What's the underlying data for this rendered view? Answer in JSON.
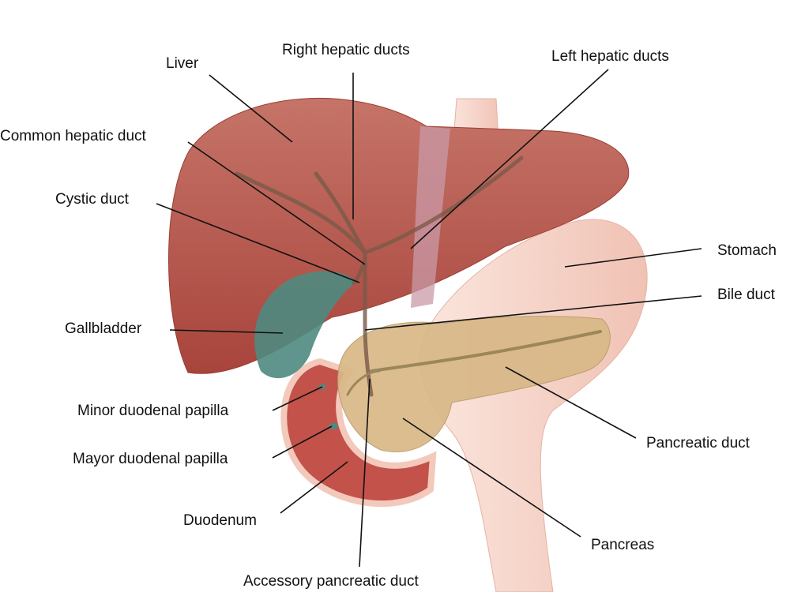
{
  "title": "Liver, gallbladder, pancreas and duodenum anatomy",
  "labels": {
    "liver": "Liver",
    "right_hepatic_ducts": "Right hepatic ducts",
    "left_hepatic_ducts": "Left hepatic ducts",
    "common_hepatic_duct": "Common hepatic duct",
    "cystic_duct": "Cystic duct",
    "gallbladder": "Gallbladder",
    "minor_duodenal_papilla": "Minor duodenal papilla",
    "mayor_duodenal_papilla": "Mayor duodenal papilla",
    "duodenum": "Duodenum",
    "accessory_pancreatic_duct": "Accessory pancreatic duct",
    "pancreas": "Pancreas",
    "pancreatic_duct": "Pancreatic duct",
    "bile_duct": "Bile duct",
    "stomach": "Stomach"
  },
  "colors": {
    "liver": "#b4564c",
    "stomach": "#f5d2c6",
    "duodenum": "#c2524a",
    "pancreas": "#d8b887",
    "gallbladder": "#4e8a80",
    "duct": "#7a5a48"
  }
}
